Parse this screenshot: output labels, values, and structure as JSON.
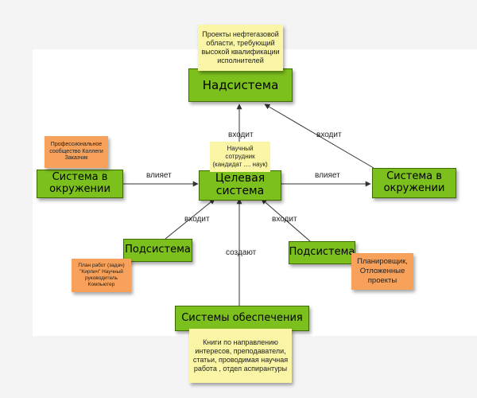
{
  "nodes": {
    "supersystem": "Надсистема",
    "target_system": "Целевая система",
    "env_left": "Система в окружении",
    "env_right": "Система в окружении",
    "subsystem_left": "Подсистема",
    "subsystem_right": "Подсистема",
    "support_systems": "Системы обеспечения"
  },
  "edge_labels": {
    "target_to_super": "входит",
    "env_right_to_super": "входит",
    "env_left_target": "влияет",
    "target_env_right": "влияет",
    "sub_left_to_target": "входит",
    "sub_right_to_target": "входит",
    "support_to_target": "создают"
  },
  "notes": {
    "supersystem_note": "Проекты нефтегазовой области, требующий высокой квалификации исполнителей",
    "target_note": "Научный сотрудник (кандидат .... наук)",
    "env_left_note": "Профессиональное сообщество Коллеги Заказчик",
    "sub_left_note": "План работ (задач) \"Кирпич\" Научный руководитель Компьютер",
    "sub_right_note": "Планировщик, Отложенные проекты",
    "support_note": "Книги по направлению интересов, преподаватели, статьи, проводимая научная работа , отдел аспирантуры"
  },
  "colors": {
    "system_box": "#7cc01e",
    "sticky_yellow": "#fbf6a6",
    "sticky_orange": "#f7a15b",
    "connector": "#333333"
  }
}
